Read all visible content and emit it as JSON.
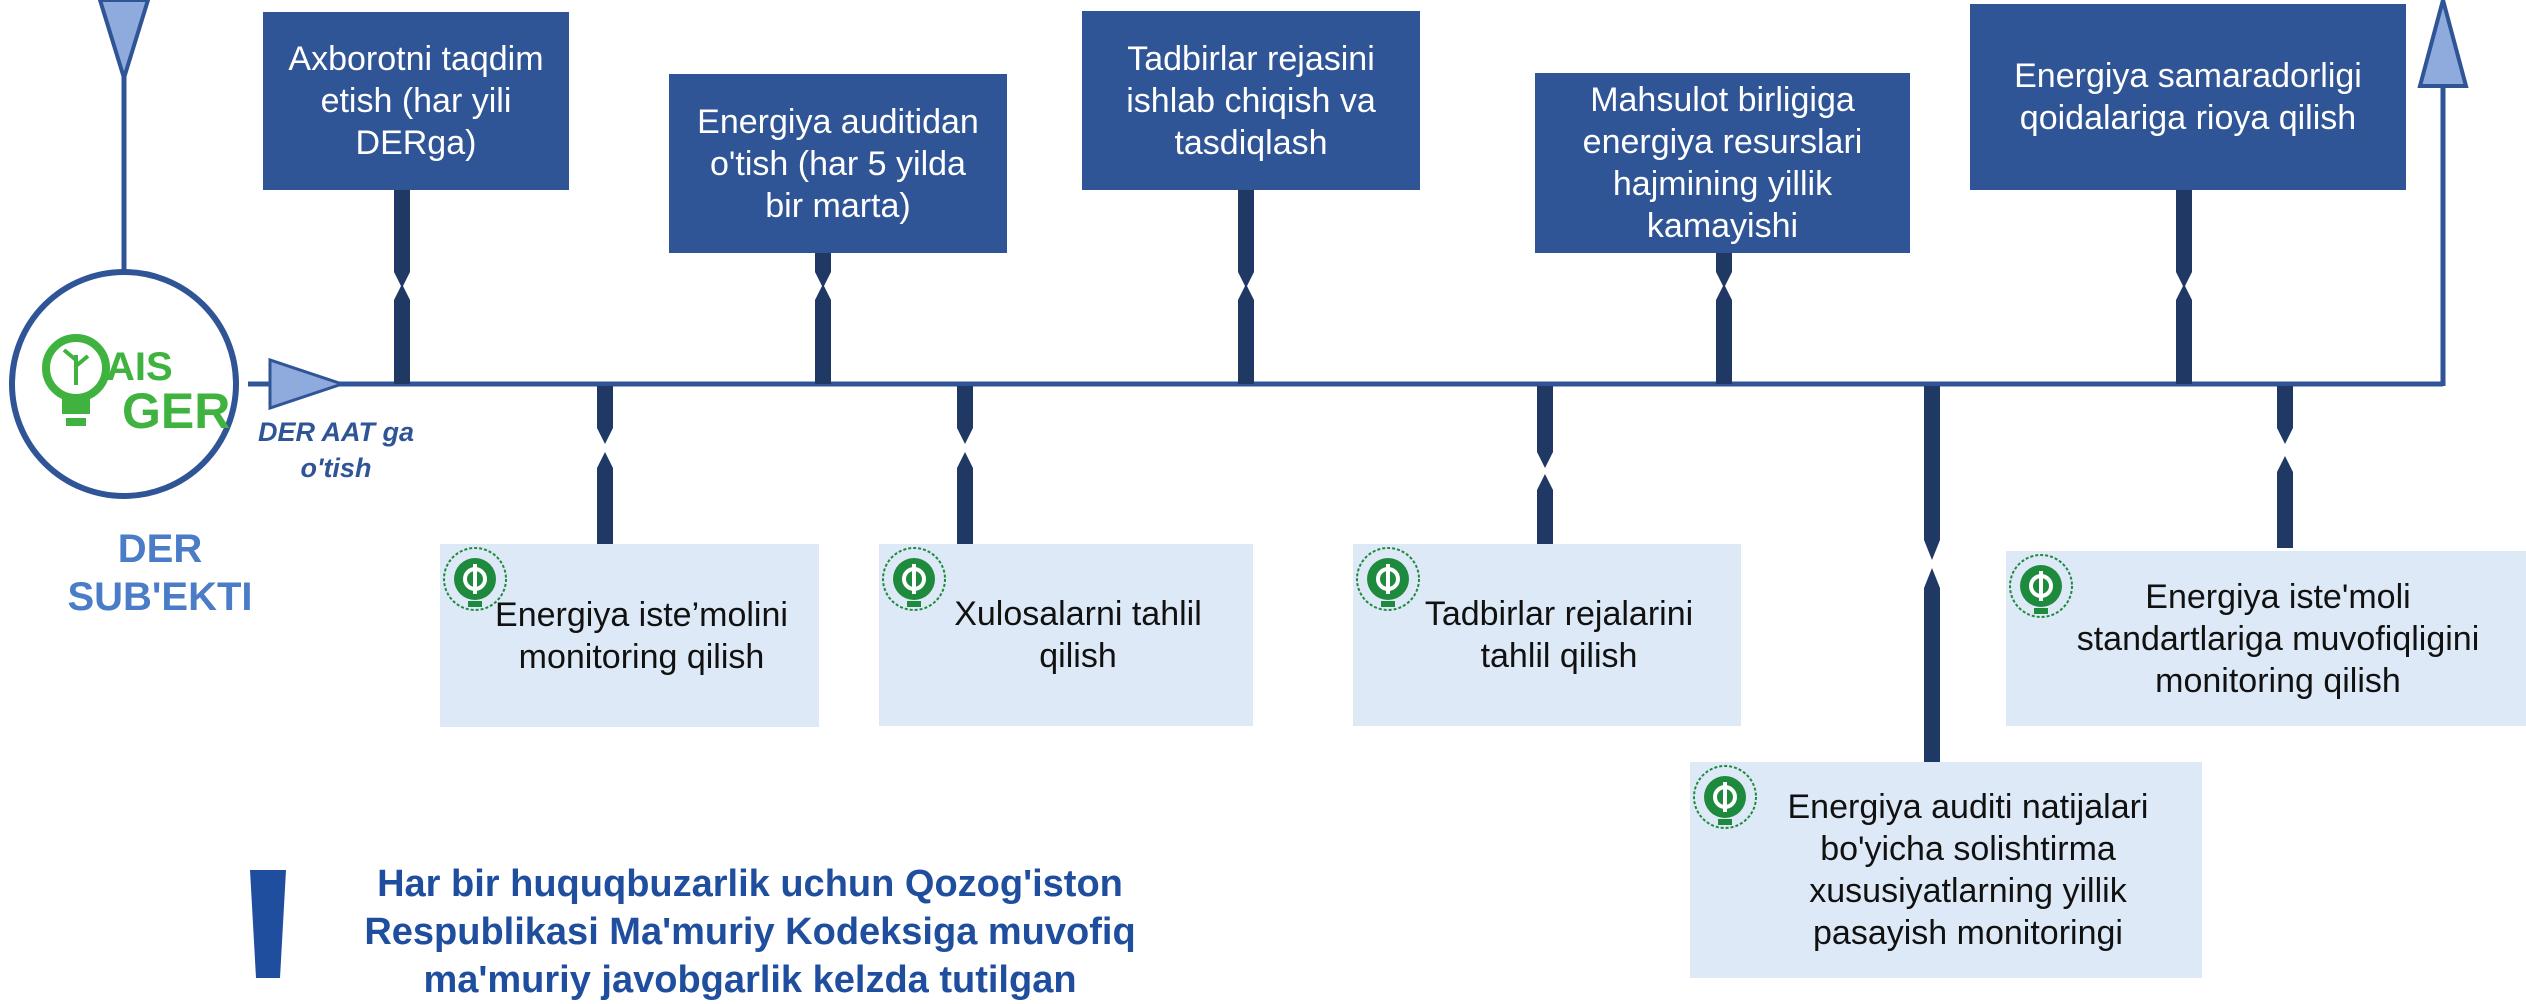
{
  "subject": {
    "label": "DER\nSUB'EKTI",
    "logo_text_top": "AIS",
    "logo_text_bottom": "GER",
    "start_caption": "DER AAT ga\no'tish"
  },
  "top_steps": [
    "Axborotni taqdim\netish (har yili\nDERga)",
    "Energiya auditidan\no'tish (har 5 yilda\nbir marta)",
    "Tadbirlar rejasini\nishlab chiqish va\ntasdiqlash",
    "Mahsulot birligiga\nenergiya resurslari\nhajmining yillik\nkamayishi",
    "Energiya samaradorligi\nqoidalariga rioya qilish"
  ],
  "bottom_steps": [
    "Energiya iste’molini\nmonitoring qilish",
    "Xulosalarni tahlil\nqilish",
    "Tadbirlar rejalarini\ntahlil qilish",
    "Energiya auditi natijalari\nbo'yicha solishtirma\nxususiyatlarning yillik\npasayish monitoringi",
    "Energiya iste'moli\nstandartlariga muvofiqligini\nmonitoring qilish"
  ],
  "warning": {
    "mark": "!",
    "text": "Har bir huquqbuzarlik uchun Qozog'iston Respublikasi Ma'muriy Kodeksiga muvofiq ma'muriy javobgarlik kelzda tutilgan"
  },
  "colors": {
    "line": "#2f5597",
    "connector": "#1f3864",
    "top_box": "#2f5597",
    "bottom_box": "#dde9f6",
    "arrow_fill": "#8faadc",
    "logo_green": "#3fb23f",
    "mini_logo_green": "#1e8a3e",
    "subject_label": "#4a7cc7"
  }
}
